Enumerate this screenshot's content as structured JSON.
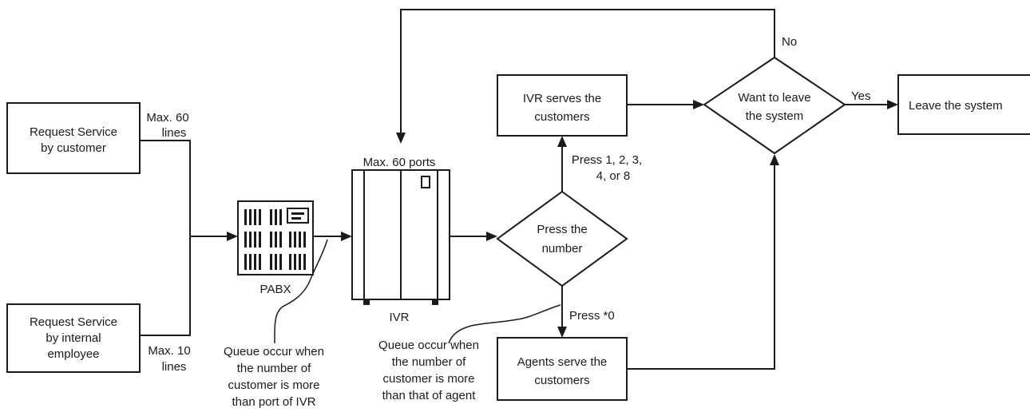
{
  "nodes": {
    "request_customer": [
      "Request Service",
      "by customer"
    ],
    "request_employee": [
      "Request Service",
      "by internal",
      "employee"
    ],
    "pabx": "PABX",
    "ivr": "IVR",
    "ivr_ports": "Max. 60 ports",
    "ivr_serves": [
      "IVR serves the",
      "customers"
    ],
    "agents_serve": [
      "Agents serve the",
      "customers"
    ],
    "press_number": [
      "Press the",
      "number"
    ],
    "want_leave": [
      "Want to leave",
      "the system"
    ],
    "leave_system": "Leave the system"
  },
  "edge_labels": {
    "max60_lines": [
      "Max. 60",
      "lines"
    ],
    "max10_lines": [
      "Max. 10",
      "lines"
    ],
    "press_1_2_3": [
      "Press 1, 2, 3,",
      "4, or 8"
    ],
    "press_star0": "Press *0",
    "yes": "Yes",
    "no": "No"
  },
  "annotations": {
    "queue_ivr": [
      "Queue occur when",
      "the number of",
      "customer is more",
      "than port of IVR"
    ],
    "queue_agent": [
      "Queue occur when",
      "the number of",
      "customer is more",
      "than that of agent"
    ]
  }
}
